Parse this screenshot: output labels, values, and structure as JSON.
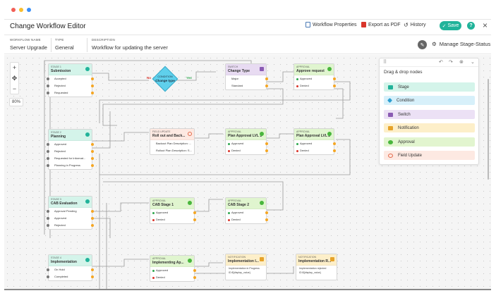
{
  "window": {
    "controls": [
      {
        "name": "close",
        "color": "#f25f57"
      },
      {
        "name": "minimize",
        "color": "#f9be2e"
      },
      {
        "name": "maximize",
        "color": "#3a8ff7"
      }
    ]
  },
  "header": {
    "title": "Change Workflow Editor",
    "workflow_properties": "Workflow Properties",
    "export_pdf": "Export as PDF",
    "history": "History",
    "save": "Save",
    "help": "?",
    "close": "×"
  },
  "info": {
    "name_label": "WORKFLOW NAME",
    "name": "Server Upgrade",
    "type_label": "TYPE",
    "type": "General",
    "desc_label": "DESCRIPTION",
    "desc": "Workflow for updating the server",
    "manage": "Manage Stage-Status"
  },
  "zoom": {
    "plus": "+",
    "move": "✥",
    "minus": "−",
    "level": "80%"
  },
  "nodes": {
    "submission": {
      "kind": "STAGE 1",
      "title": "Submission",
      "rows": [
        "Accepted",
        "Rejected",
        "Requested"
      ]
    },
    "condition": {
      "kind": "CONDITION",
      "title": "Change type",
      "no": "No",
      "yes": "Yes"
    },
    "switch": {
      "kind": "SWITCH",
      "title": "Change Type",
      "rows": [
        "Major",
        "Standard"
      ]
    },
    "approve_request": {
      "kind": "APPROVAL",
      "title": "Approve request",
      "rows": [
        "Approved",
        "Denied"
      ]
    },
    "planning": {
      "kind": "STAGE 2",
      "title": "Planning",
      "rows": [
        "Approved",
        "Rejected",
        "Requested for Informat...",
        "Planning in Progress"
      ]
    },
    "field_update": {
      "kind": "FIELD UPDATE",
      "title": "Roll out and Back...",
      "rows": [
        "Backout Plan Description: ...",
        "Rollout Plan Description: S..."
      ]
    },
    "plan_appr1": {
      "kind": "APPROVAL",
      "title": "Plan Approval LVL 1",
      "rows": [
        "Approved",
        "Denied"
      ]
    },
    "plan_appr2": {
      "kind": "APPROVAL",
      "title": "Plan Approval LVL 2",
      "rows": [
        "Approved",
        "Denied"
      ]
    },
    "cab_eval": {
      "kind": "STAGE 3",
      "title": "CAB Evaluation",
      "rows": [
        "Approval Pending",
        "Approved",
        "Rejected"
      ]
    },
    "cab1": {
      "kind": "APPROVAL",
      "title": "CAB Stage 1",
      "rows": [
        "Approved",
        "Denied"
      ]
    },
    "cab2": {
      "kind": "APPROVAL",
      "title": "CAB Stage 2",
      "rows": [
        "Approved",
        "Denied"
      ]
    },
    "implementation": {
      "kind": "STAGE 4",
      "title": "Implementation",
      "rows": [
        "On Hold",
        "Completed"
      ]
    },
    "impl_appr": {
      "kind": "APPROVAL",
      "title": "Implementing Ap...",
      "rows": [
        "Approved",
        "Denied"
      ]
    },
    "notif1": {
      "kind": "NOTIFICATION",
      "title": "Implementation I...",
      "desc": "Implementation in Progress ID:${display_value}"
    },
    "notif2": {
      "kind": "NOTIFICATION",
      "title": "Implementation R...",
      "desc": "Implementation rejected ID:${display_value}"
    }
  },
  "panel": {
    "title": "Drag & drop nodes",
    "items": [
      {
        "label": "Stage",
        "bg": "#d4f4ea",
        "icon": "#21b39a",
        "icon_name": "layers-icon"
      },
      {
        "label": "Condition",
        "bg": "#d7f0fa",
        "icon": "#2e9fd1",
        "icon_name": "diamond-icon"
      },
      {
        "label": "Switch",
        "bg": "#ece1f5",
        "icon": "#8a5bb3",
        "icon_name": "switch-icon"
      },
      {
        "label": "Notification",
        "bg": "#fdefc9",
        "icon": "#e6a32a",
        "icon_name": "mail-icon"
      },
      {
        "label": "Approval",
        "bg": "#e2f5cf",
        "icon": "#49b63d",
        "icon_name": "check-circle-icon"
      },
      {
        "label": "Field Update",
        "bg": "#fde9e2",
        "icon": "#e46a4b",
        "icon_name": "refresh-icon"
      }
    ]
  },
  "colors": {
    "accent": "#21b39a",
    "approved": "#2fa84f",
    "denied": "#d9352b",
    "connector": "#f5a623"
  }
}
